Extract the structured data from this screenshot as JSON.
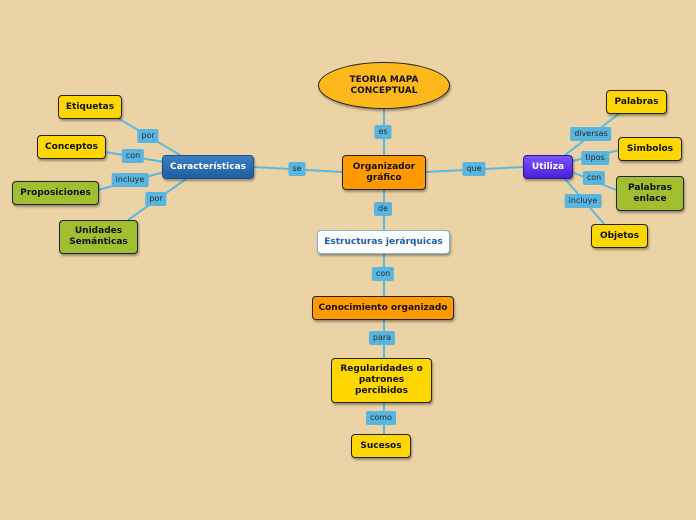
{
  "nodes": {
    "teoria": "TEORIA MAPA CONCEPTUAL",
    "organizador": "Organizador gráfico",
    "caracteristicas": "Características",
    "utiliza": "Utiliza",
    "estructuras": "Estructuras jerárquicas",
    "conocimiento": "Conocimiento organizado",
    "regularidades": "Regularidades o patrones percibidos",
    "sucesos": "Sucesos",
    "etiquetas": "Etiquetas",
    "conceptos": "Conceptos",
    "proposiciones": "Proposiciones",
    "unidades": "Unidades Semánticas",
    "palabras": "Palabras",
    "simbolos": "Simbolos",
    "palabras_enlace": "Palabras enlace",
    "objetos": "Objetos"
  },
  "links": {
    "es": "es",
    "se": "se",
    "que": "que",
    "de": "de",
    "con_estructuras": "con",
    "para": "para",
    "como": "como",
    "por_etiquetas": "por",
    "con_conceptos": "con",
    "incluye_proposiciones": "incluye",
    "por_unidades": "por",
    "diversas": "diversas",
    "tipos": "tipos",
    "con_palabras_enlace": "con",
    "incluye_objetos": "incluye"
  },
  "colors": {
    "background": "#ebd3a5",
    "connector": "#5bb8e0",
    "yellow_node": "#ffd700",
    "olive_node": "#9fbf2e",
    "orange_node": "#ff9900",
    "blue_node": "#1d5ea5",
    "purple_node": "#4a1fd8"
  }
}
